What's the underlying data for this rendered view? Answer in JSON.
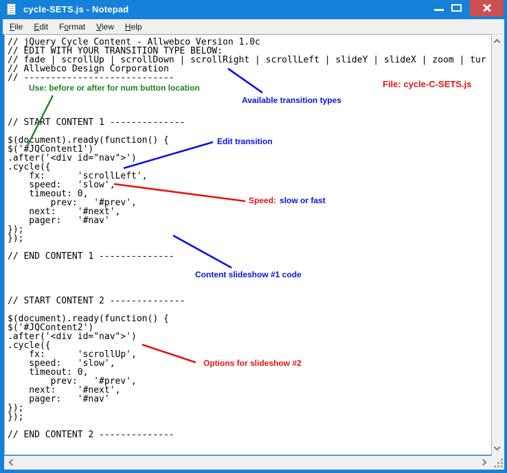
{
  "window": {
    "title": "cycle-SETS.js - Notepad"
  },
  "menu": {
    "items": [
      {
        "pre": "",
        "u": "F",
        "post": "ile"
      },
      {
        "pre": "",
        "u": "E",
        "post": "dit"
      },
      {
        "pre": "F",
        "u": "o",
        "post": "rmat"
      },
      {
        "pre": "",
        "u": "V",
        "post": "iew"
      },
      {
        "pre": "",
        "u": "H",
        "post": "elp"
      }
    ]
  },
  "editor": {
    "code_lines": [
      "// jQuery Cycle Content - Allwebco Version 1.0c",
      "// EDIT WITH YOUR TRANSITION TYPE BELOW:",
      "// fade | scrollUp | scrollDown | scrollRight | scrollLeft | slideY | slideX | zoom | tur",
      "// Allwebco Design Corporation",
      "// ----------------------------",
      "",
      "",
      "",
      "",
      "// START CONTENT 1 --------------",
      "",
      "$(document).ready(function() {",
      "$('#JQContent1')",
      ".after('<div id=\"nav\">')",
      ".cycle({",
      "    fx:      'scrollLeft',",
      "    speed:   'slow',",
      "    timeout: 0,",
      "        prev:   '#prev',",
      "    next:    '#next',",
      "    pager:   '#nav'",
      "});",
      "});",
      "",
      "// END CONTENT 1 --------------",
      "",
      "",
      "",
      "",
      "// START CONTENT 2 --------------",
      "",
      "$(document).ready(function() {",
      "$('#JQContent2')",
      ".after('<div id=\"nav\">')",
      ".cycle({",
      "    fx:      'scrollUp',",
      "    speed:   'slow',",
      "    timeout: 0,",
      "        prev:   '#prev',",
      "    next:    '#next',",
      "    pager:   '#nav'",
      "});",
      "});",
      "",
      "// END CONTENT 2 --------------"
    ]
  },
  "annotations": {
    "num_button_note": "Use: before or after for num button location",
    "transition_types_label": "Available transition types",
    "file_label": "File: cycle-C-SETS.js",
    "edit_transition_label": "Edit transition",
    "speed_label_red": "Speed:",
    "speed_label_blue": "slow or fast",
    "slideshow1_label": "Content slideshow #1 code",
    "slideshow2_label": "Options for slideshow #2"
  },
  "colors": {
    "titlebar_blue": "#1581d8",
    "close_button_red": "#cd4f4f",
    "menu_bg": "#f0f0f0",
    "annotation_green": "#208020",
    "annotation_blue": "#0d0de8",
    "annotation_red": "#e81111",
    "code_text": "#000000"
  }
}
